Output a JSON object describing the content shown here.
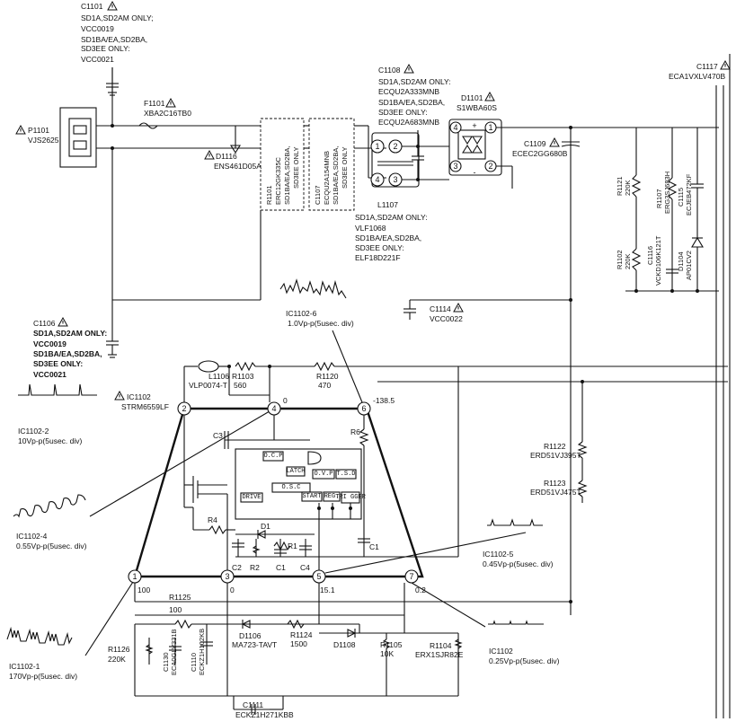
{
  "c1101": {
    "ref": "C1101",
    "l1": "SD1A,SD2AM ONLY;",
    "l2": "VCC0019",
    "l3": "SD1BA/EA,SD2BA,",
    "l4": "SD3EE ONLY:",
    "l5": "VCC0021"
  },
  "p1101": {
    "ref": "P1101",
    "part": "VJS2625"
  },
  "f1101": {
    "ref": "F1101",
    "part": "XBA2C16TB0"
  },
  "d1116": {
    "ref": "D1116",
    "part": "ENS461D05A"
  },
  "r1101": {
    "l1": "R1101",
    "l2": "ERC12GK335C",
    "l3": "SD1BA/EA,SD2BA,",
    "l4": "SD3EE ONLY"
  },
  "c1107": {
    "l1": "C1107",
    "l2": "ECQU2A154MNB",
    "l3": "SD1BA/EA,SD2BA,",
    "l4": "SD3EE ONLY"
  },
  "c1108": {
    "ref": "C1108",
    "l1": "SD1A,SD2AM  ONLY:",
    "l2": "ECQU2A333MNB",
    "l3": "SD1BA/EA,SD2BA,",
    "l4": "SD3EE  ONLY:",
    "l5": "ECQU2A683MNB"
  },
  "d1101": {
    "ref": "D1101",
    "part": "S1WBA60S"
  },
  "c1109": {
    "ref": "C1109",
    "part": "ECEC2GG680B"
  },
  "c1117": {
    "ref": "C1117",
    "part": "ECA1VXLV470B"
  },
  "l1107": {
    "ref": "L1107",
    "l1": "SD1A,SD2AM  ONLY:",
    "l2": "VLF1068",
    "l3": "SD1BA/EA,SD2BA,",
    "l4": "SD3EE ONLY:",
    "l5": "ELF18D221F"
  },
  "r1121": {
    "ref": "R1121",
    "val": "220K"
  },
  "r1107": {
    "ref": "R1107",
    "part": "ERG3SJ683H"
  },
  "c1115": {
    "ref": "C1115",
    "part": "ECJEB472KF"
  },
  "r1102": {
    "ref": "R1102",
    "val": "220K"
  },
  "c1116": {
    "ref": "C1116",
    "part": "VCKD106K121T"
  },
  "d1104": {
    "ref": "D1104",
    "part": "AP01CV2"
  },
  "c1114": {
    "ref": "C1114",
    "part": "VCC0022"
  },
  "c1106": {
    "ref": "C1106",
    "l1": "SD1A,SD2AM ONLY:",
    "l2": "VCC0019",
    "l3": "SD1BA/EA,SD2BA,",
    "l4": "SD3EE ONLY:",
    "l5": "VCC0021"
  },
  "wave6": {
    "ref": "IC1102-6",
    "amp": "1.0Vp-p(5usec. div)"
  },
  "wave2": {
    "ref": "IC1102-2",
    "amp": "10Vp-p(5usec. div)"
  },
  "wave4": {
    "ref": "IC1102-4",
    "amp": "0.55Vp-p(5usec. div)"
  },
  "wave1": {
    "ref": "IC1102-1",
    "amp": "170Vp-p(5usec. div)"
  },
  "wave5": {
    "ref": "IC1102-5",
    "amp": "0.45Vp-p(5usec. div)"
  },
  "wave_ic": {
    "ref": "IC1102",
    "amp": "0.25Vp-p(5usec. div)"
  },
  "l1106": {
    "ref": "L1106",
    "part": "VLP0074-T"
  },
  "r1103": {
    "ref": "R1103",
    "val": "560"
  },
  "r1120": {
    "ref": "R1120",
    "val": "470"
  },
  "ic1102": {
    "ref": "IC1102",
    "part": "STRM6559LF"
  },
  "ic_voltages": {
    "v4": "0",
    "v6": "-138.5",
    "v1": "100",
    "v3": "0",
    "v5": "15.1",
    "v7": "0.2"
  },
  "ic_pins": {
    "p1": "1",
    "p2": "2",
    "p3": "3",
    "p4": "4",
    "p5": "5",
    "p6": "6",
    "p7": "7"
  },
  "l1105": {
    "ref1": "1",
    "ref2": "2",
    "ref3": "3",
    "ref4": "4"
  },
  "d1101_pins": {
    "p1": "1",
    "p2": "2",
    "p3": "3",
    "p4": "4",
    "plus": "+",
    "minus": "-"
  },
  "internal": {
    "ocp": "O.C.P",
    "latch": "LATCH",
    "ovp": "O.V.P",
    "tsd": "T.S.D",
    "drive": "DRIVE",
    "osc": "O.S.C",
    "start": "START",
    "reg": "REG.",
    "trigger": "TRI GGER"
  },
  "internal_parts": {
    "c3": "C3",
    "r6": "R6",
    "r4": "R4",
    "d1": "D1",
    "r1": "R1",
    "c1": "C1",
    "c2": "C2",
    "r2": "R2",
    "c1b": "C1",
    "c4": "C4"
  },
  "r1122": {
    "ref": "R1122",
    "part": "ERD51VJ395T"
  },
  "r1123": {
    "ref": "R1123",
    "part": "ERD51VJ475T"
  },
  "r1125": {
    "ref": "R1125",
    "val": "100"
  },
  "r1126": {
    "ref": "R1126",
    "val": "220K"
  },
  "c1130": {
    "ref": "C1130",
    "part": "ECA0GLV331B"
  },
  "c1110": {
    "ref": "C1110",
    "part": "ECKZ1H102KB"
  },
  "d1106": {
    "ref": "D1106",
    "part": "MA723-TAVT"
  },
  "r1124": {
    "ref": "R1124",
    "val": "1500"
  },
  "d1108": {
    "ref": "D1108"
  },
  "r1105": {
    "ref": "R1105",
    "val": "10K"
  },
  "r1104": {
    "ref": "R1104",
    "part": "ERX1SJR82E"
  },
  "c1111": {
    "ref": "C1111",
    "part": "ECKZ1H271KBB"
  }
}
